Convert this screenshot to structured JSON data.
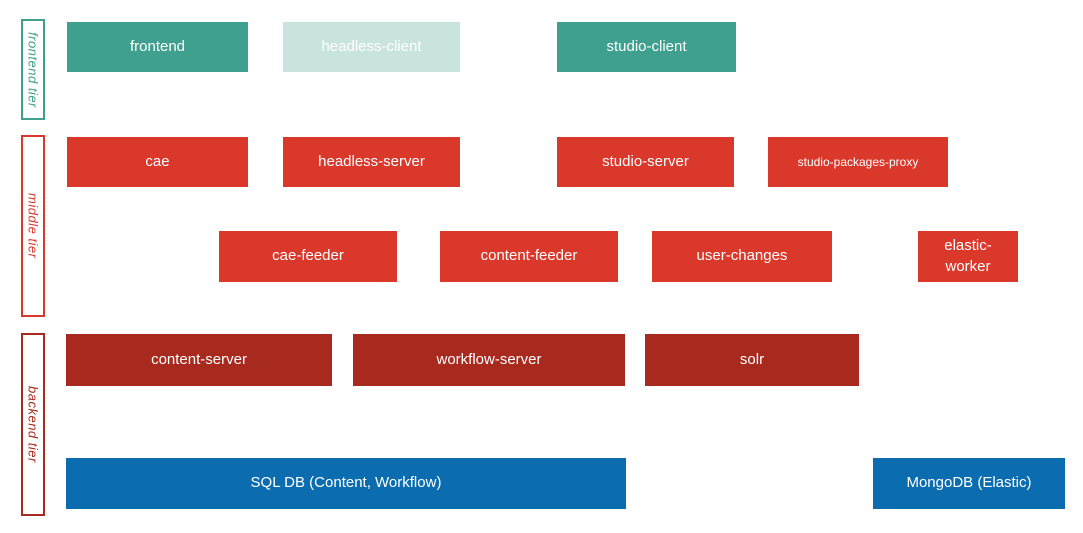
{
  "diagram": {
    "type": "architecture-tier-diagram",
    "background": "#ffffff",
    "colors": {
      "frontend_tier": "#3FA08F",
      "frontend_tier_faded": "#C9E3DF",
      "middle_tier": "#DB382C",
      "backend_tier": "#A8291E",
      "database": "#0B6DB0",
      "box_text": "#FFFFFF"
    }
  },
  "tiers": [
    {
      "id": "frontend-tier",
      "label": "frontend tier",
      "color": "#3FA08F"
    },
    {
      "id": "middle-tier",
      "label": "middle tier",
      "color": "#DB382C"
    },
    {
      "id": "backend-tier",
      "label": "backend tier",
      "color": "#A8291E"
    }
  ],
  "nodes": [
    {
      "id": "frontend",
      "label": "frontend",
      "tier": "frontend",
      "style": "teal"
    },
    {
      "id": "headless-client",
      "label": "headless-client",
      "tier": "frontend",
      "style": "teal-faded"
    },
    {
      "id": "studio-client",
      "label": "studio-client",
      "tier": "frontend",
      "style": "teal"
    },
    {
      "id": "cae",
      "label": "cae",
      "tier": "middle",
      "style": "red"
    },
    {
      "id": "headless-server",
      "label": "headless-server",
      "tier": "middle",
      "style": "red"
    },
    {
      "id": "studio-server",
      "label": "studio-server",
      "tier": "middle",
      "style": "red"
    },
    {
      "id": "studio-packages-proxy",
      "label": "studio-packages-proxy",
      "tier": "middle",
      "style": "red"
    },
    {
      "id": "cae-feeder",
      "label": "cae-feeder",
      "tier": "middle",
      "style": "red"
    },
    {
      "id": "content-feeder",
      "label": "content-feeder",
      "tier": "middle",
      "style": "red"
    },
    {
      "id": "user-changes",
      "label": "user-changes",
      "tier": "middle",
      "style": "red"
    },
    {
      "id": "elastic-worker",
      "label": "elastic-worker",
      "tier": "middle",
      "style": "red"
    },
    {
      "id": "content-server",
      "label": "content-server",
      "tier": "backend",
      "style": "dark-red"
    },
    {
      "id": "workflow-server",
      "label": "workflow-server",
      "tier": "backend",
      "style": "dark-red"
    },
    {
      "id": "solr",
      "label": "solr",
      "tier": "backend",
      "style": "dark-red"
    },
    {
      "id": "sql-db",
      "label": "SQL DB (Content, Workflow)",
      "tier": "backend",
      "style": "database"
    },
    {
      "id": "mongo-db",
      "label": "MongoDB (Elastic)",
      "tier": "backend",
      "style": "database"
    }
  ]
}
